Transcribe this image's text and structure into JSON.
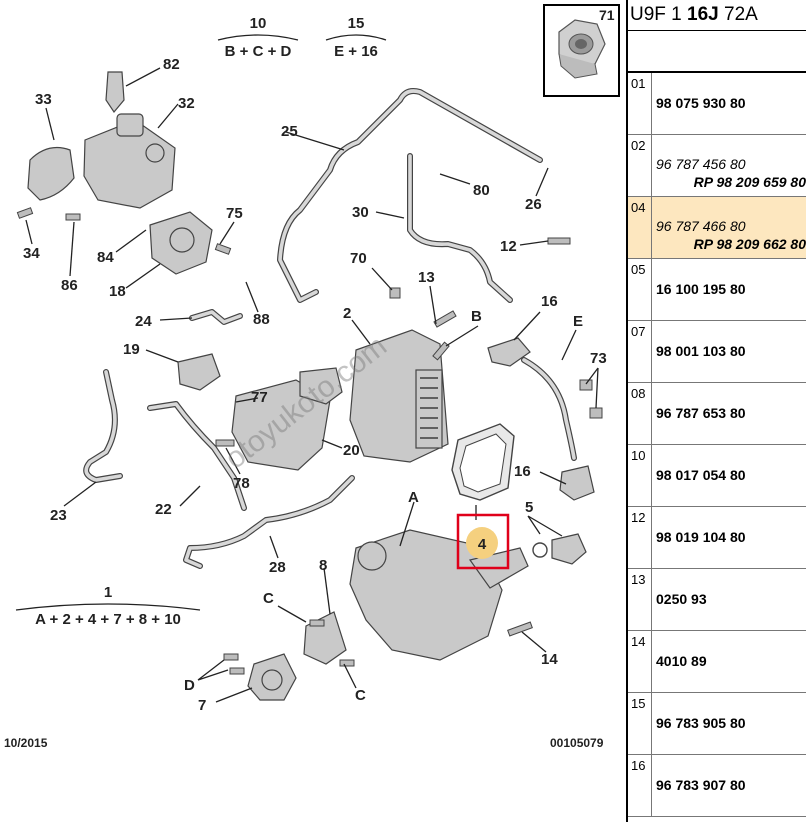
{
  "header": {
    "prefix": "U9F 1 ",
    "bold": "16J",
    "suffix": " 72A"
  },
  "rows": [
    {
      "num": "01",
      "ref": "98 075 930 80"
    },
    {
      "num": "02",
      "alt1": "96 787 456 80",
      "alt2": "RP 98 209 659 80"
    },
    {
      "num": "04",
      "alt1": "96 787 466 80",
      "alt2": "RP 98 209 662 80",
      "highlight": true
    },
    {
      "num": "05",
      "ref": "16 100 195 80"
    },
    {
      "num": "07",
      "ref": "98 001 103 80"
    },
    {
      "num": "08",
      "ref": "96 787 653 80"
    },
    {
      "num": "10",
      "ref": "98 017 054 80"
    },
    {
      "num": "12",
      "ref": "98 019 104 80"
    },
    {
      "num": "13",
      "ref": "0250 93"
    },
    {
      "num": "14",
      "ref": "4010 89"
    },
    {
      "num": "15",
      "ref": "96 783 905 80"
    },
    {
      "num": "16",
      "ref": "96 783 907 80"
    }
  ],
  "diagram": {
    "thumb_label": "71",
    "kit_10": {
      "num": "10",
      "formula": "B + C + D"
    },
    "kit_15": {
      "num": "15",
      "formula": "E + 16"
    },
    "kit_1": {
      "num": "1",
      "formula": "A + 2 + 4 + 7 + 8 + 10"
    },
    "labels": {
      "l82": "82",
      "l33": "33",
      "l32": "32",
      "l25": "25",
      "l80": "80",
      "l26": "26",
      "l34": "34",
      "l86": "86",
      "l84": "84",
      "l75": "75",
      "l18": "18",
      "l88": "88",
      "l30": "30",
      "l12": "12",
      "l70": "70",
      "l13": "13",
      "l24": "24",
      "l2": "2",
      "lB": "B",
      "l16a": "16",
      "l19": "19",
      "lE": "E",
      "l73": "73",
      "l77": "77",
      "l20": "20",
      "l23": "23",
      "l78": "78",
      "l22": "22",
      "l16b": "16",
      "lA": "A",
      "l4": "4",
      "l5": "5",
      "l28": "28",
      "l8": "8",
      "lC1": "C",
      "l14": "14",
      "lD": "D",
      "lC2": "C",
      "l7": "7"
    },
    "watermark": "otoyukoto.com",
    "date": "10/2015",
    "code": "00105079",
    "highlight_color": "#f5d07f",
    "box_color": "#e0001a"
  }
}
